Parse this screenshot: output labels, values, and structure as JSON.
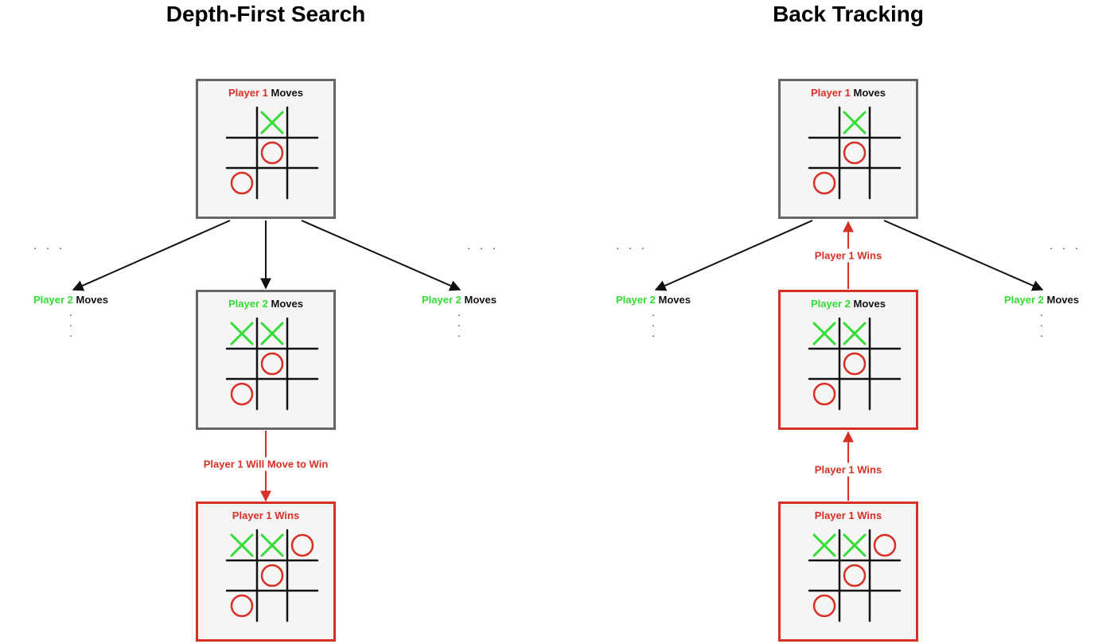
{
  "colors": {
    "red": "#d93025",
    "green": "#33dd33",
    "gray": "#666666",
    "black": "#111111"
  },
  "titles": {
    "left": "Depth-First Search",
    "right": "Back Tracking"
  },
  "labels": {
    "player1": "Player 1",
    "player2": "Player 2",
    "moves": "Moves",
    "player1_wins": "Player 1 Wins",
    "will_move_to_win": "Player 1 Will Move to Win",
    "ellipsis": ". . .",
    "vdot": "."
  },
  "boards": {
    "b1": [
      [
        "",
        "X",
        ""
      ],
      [
        "",
        "O",
        ""
      ],
      [
        "O",
        "",
        ""
      ]
    ],
    "b2": [
      [
        "X",
        "X",
        ""
      ],
      [
        "",
        "O",
        ""
      ],
      [
        "O",
        "",
        ""
      ]
    ],
    "b3": [
      [
        "X",
        "X",
        "O"
      ],
      [
        "",
        "O",
        ""
      ],
      [
        "O",
        "",
        ""
      ]
    ]
  },
  "diagrams": [
    {
      "id": "dfs",
      "title": "Depth-First Search",
      "nodes": [
        {
          "id": "root",
          "title_parts": [
            "Player 1",
            " Moves"
          ],
          "board": "b1",
          "style": "gray"
        },
        {
          "id": "mid",
          "title_parts": [
            "Player 2",
            " Moves"
          ],
          "board": "b2",
          "style": "gray"
        },
        {
          "id": "leaf",
          "title": "Player 1 Wins",
          "board": "b3",
          "style": "red"
        }
      ],
      "edge_label": "Player 1 Will Move to Win",
      "edge_direction": "down"
    },
    {
      "id": "backtracking",
      "title": "Back Tracking",
      "nodes": [
        {
          "id": "root",
          "title_parts": [
            "Player 1",
            " Moves"
          ],
          "board": "b1",
          "style": "gray"
        },
        {
          "id": "mid",
          "title_parts": [
            "Player 2",
            " Moves"
          ],
          "board": "b2",
          "style": "red"
        },
        {
          "id": "leaf",
          "title": "Player 1 Wins",
          "board": "b3",
          "style": "red"
        }
      ],
      "edge_labels": [
        "Player 1 Wins",
        "Player 1 Wins"
      ],
      "edge_direction": "up"
    }
  ]
}
